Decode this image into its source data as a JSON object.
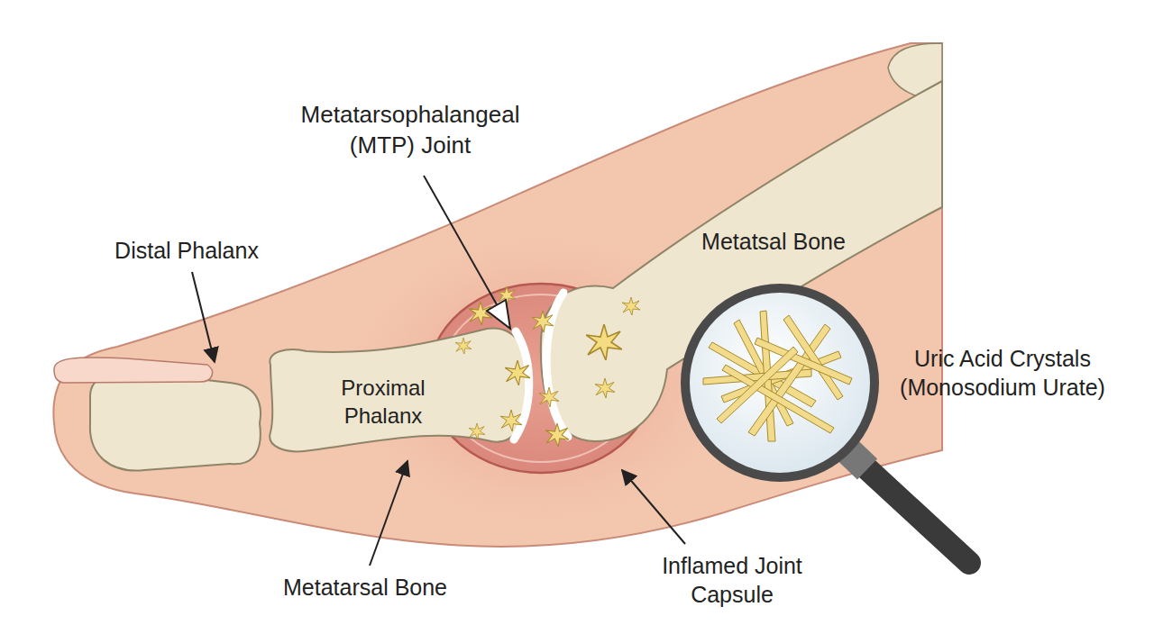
{
  "diagram": {
    "labels": [
      "Metatarsophalangeal (MTP) Joint",
      "Distal Phalanx",
      "Metatsal Bone",
      "Proximal Phalanx",
      "Uric Acid Crystals (Monosodium Urate)",
      "Metatarsal Bone",
      "Inflamed Joint Capsule"
    ]
  }
}
